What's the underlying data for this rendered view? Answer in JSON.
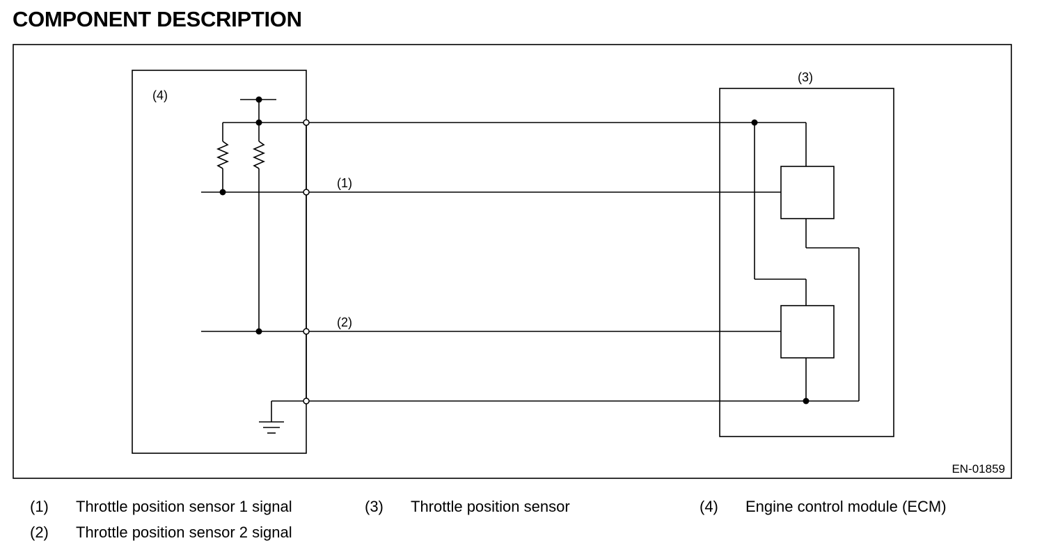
{
  "title": "COMPONENT DESCRIPTION",
  "diagram": {
    "code": "EN-01859",
    "callouts": {
      "ecm": "(4)",
      "sensor": "(3)",
      "signal1": "(1)",
      "signal2": "(2)"
    }
  },
  "legend": [
    {
      "num": "(1)",
      "label": "Throttle position sensor 1 signal"
    },
    {
      "num": "(2)",
      "label": "Throttle position sensor 2 signal"
    },
    {
      "num": "(3)",
      "label": "Throttle position sensor"
    },
    {
      "num": "(4)",
      "label": "Engine control module (ECM)"
    }
  ]
}
